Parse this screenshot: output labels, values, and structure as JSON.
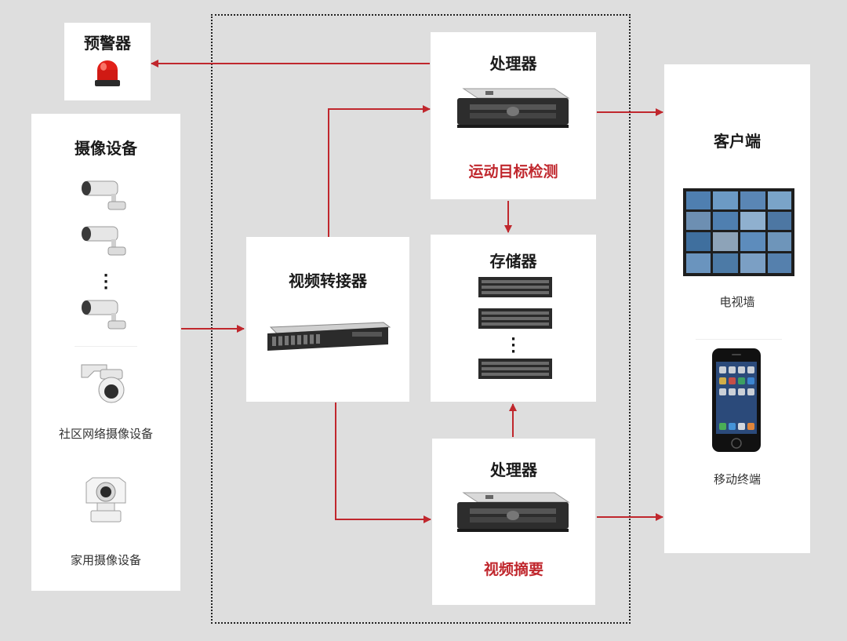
{
  "warning": {
    "title": "预警器"
  },
  "camera": {
    "title": "摄像设备",
    "community_label": "社区网络摄像设备",
    "home_label": "家用摄像设备"
  },
  "converter": {
    "title": "视频转接器"
  },
  "processor_top": {
    "title": "处理器",
    "function": "运动目标检测"
  },
  "storage": {
    "title": "存储器"
  },
  "processor_bottom": {
    "title": "处理器",
    "function": "视频摘要"
  },
  "client": {
    "title": "客户端",
    "tv_label": "电视墙",
    "mobile_label": "移动终端"
  },
  "colors": {
    "arrow": "#c0272d",
    "background": "#dedede",
    "box": "#ffffff"
  }
}
